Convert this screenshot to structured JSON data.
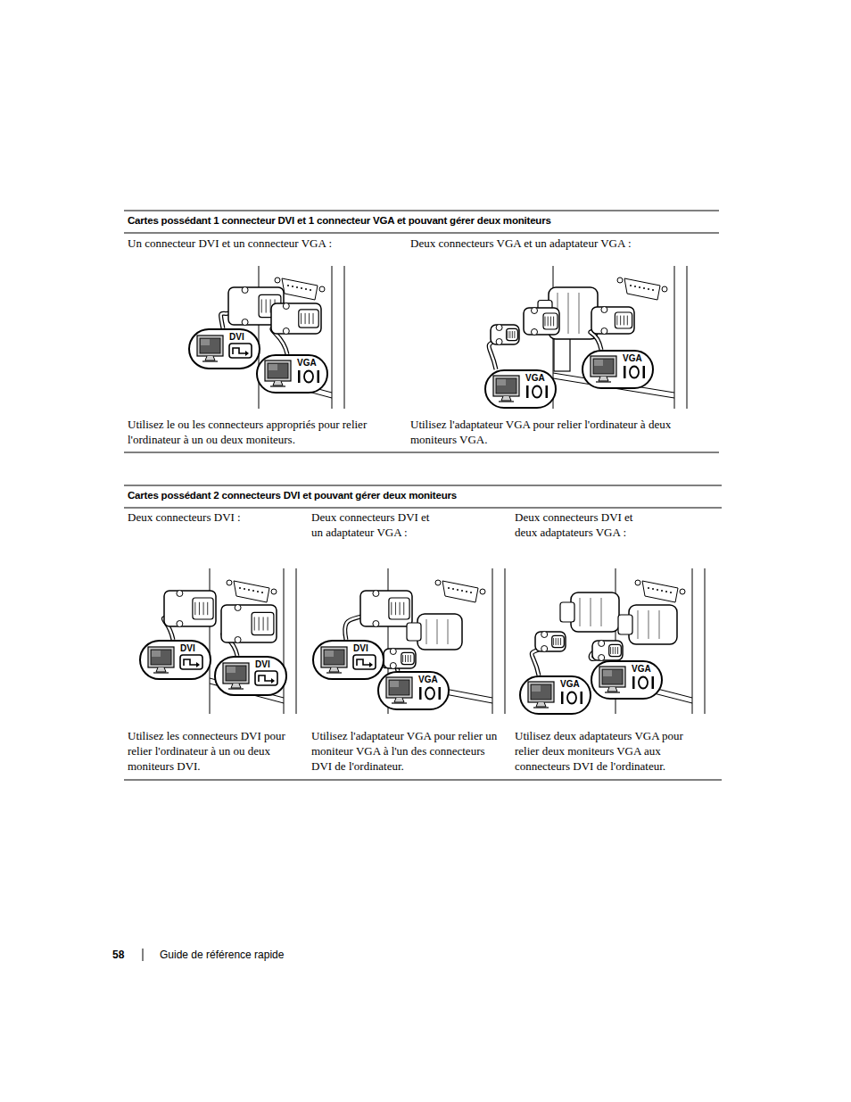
{
  "diagram": {
    "nodes": [
      {
        "text": [
          "DVI"
        ]
      },
      {
        "text": [
          "VGA"
        ]
      },
      {
        "text": [
          "VGA"
        ]
      },
      {
        "text": [
          "VGA"
        ]
      },
      {
        "text": [
          "DVI"
        ]
      },
      {
        "text": [
          "DVI"
        ]
      },
      {
        "text": [
          "DVI"
        ]
      },
      {
        "text": [
          "VGA"
        ]
      },
      {
        "text": [
          "VGA"
        ]
      },
      {
        "text": [
          "VGA"
        ]
      }
    ],
    "labels": [
      "Cartes possédant 1 connecteur DVI et 1 connecteur VGA et pouvant gérer deux moniteurs",
      "Un connecteur DVI et un connecteur VGA :",
      "Deux connecteurs VGA et un adaptateur VGA :",
      "Utilisez le ou les connecteurs appropriés pour relier l'ordinateur à un ou deux moniteurs.",
      "Utilisez l'adaptateur VGA pour relier l'ordinateur à deux moniteurs VGA.",
      "Cartes possédant 2 connecteurs DVI et pouvant gérer deux moniteurs",
      "Deux connecteurs DVI :",
      "Deux connecteurs DVI et un adaptateur VGA :",
      "Deux connecteurs DVI et deux adaptateurs VGA :",
      "Utilisez les connecteurs DVI pour relier l'ordinateur à un ou deux moniteurs DVI.",
      "Utilisez l'adaptateur VGA pour relier un moniteur VGA à l'un des connecteurs DVI de l'ordinateur.",
      "Utilisez deux adaptateurs VGA pour relier deux moniteurs VGA aux connecteurs DVI de l'ordinateur.",
      "58",
      "Guide de référence rapide"
    ]
  }
}
